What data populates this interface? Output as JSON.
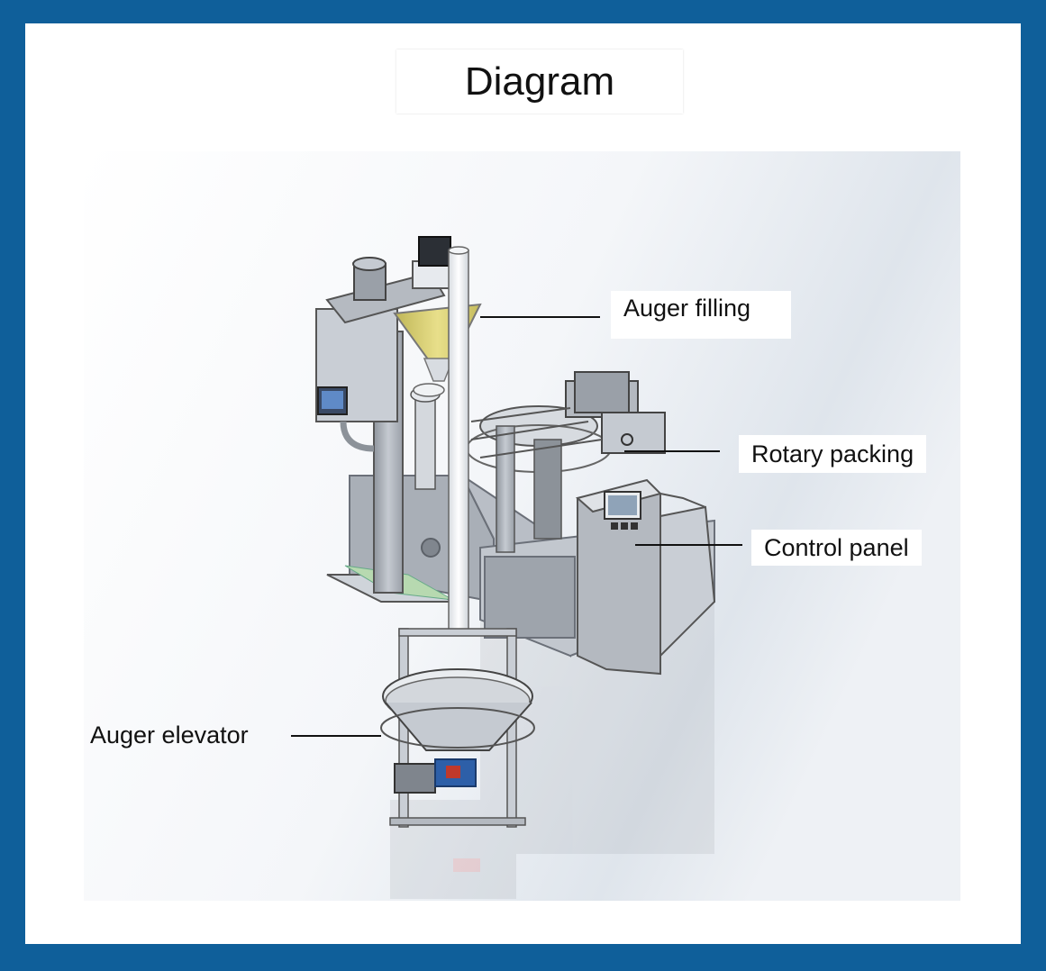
{
  "title": "Diagram",
  "labels": {
    "auger_filling": "Auger filling",
    "rotary_packing": "Rotary packing",
    "control_panel": "Control panel",
    "auger_elevator": "Auger elevator"
  },
  "colors": {
    "frame": "#0f5f9a",
    "machine_body": "#a9afb7",
    "hopper_yellow": "#d8cf6a",
    "motor_blue": "#2d5fa8",
    "motor_red": "#c0392b"
  }
}
